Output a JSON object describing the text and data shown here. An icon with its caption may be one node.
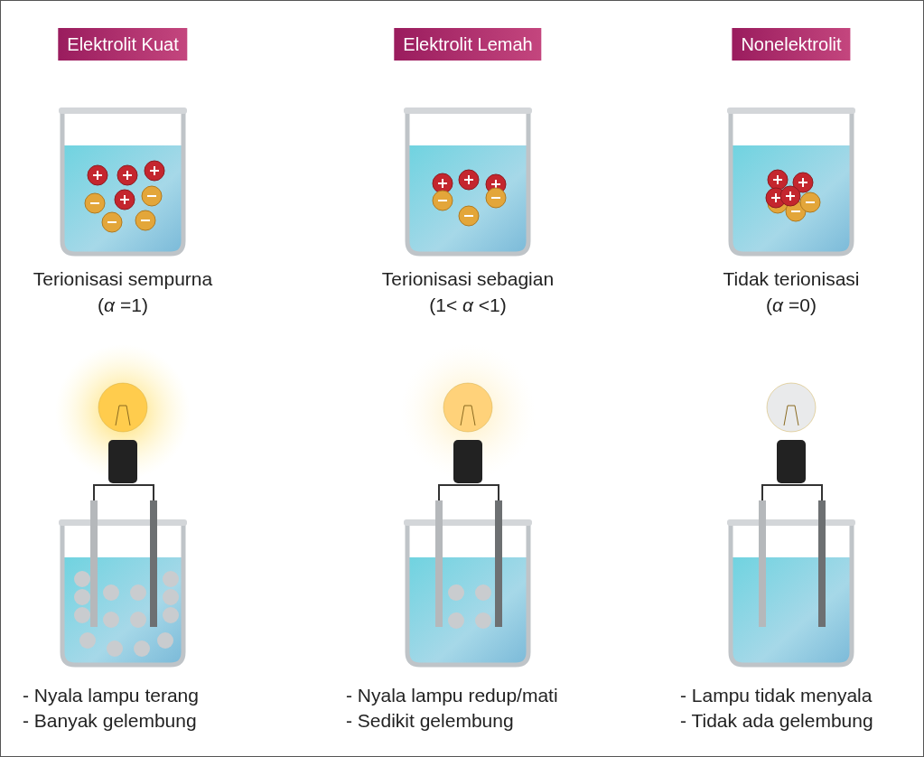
{
  "diagram": {
    "nodes": [
      {
        "text": [
          "Elektrolit Kuat"
        ]
      },
      {
        "text": [
          "Elektrolit Lemah"
        ]
      },
      {
        "text": [
          "Nonelektrolit"
        ]
      }
    ],
    "labels": [
      "Terionisasi sempurna",
      "Terionisasi sebagian",
      "Tidak terionisasi",
      "(*α* =1)",
      "(1< *α* <1)",
      "(*α* =0)",
      "- Nyala lampu terang",
      "- Nyala lampu redup/mati",
      "- Lampu tidak menyala",
      "- Banyak gelembung",
      "- Sedikit gelembung",
      "- Tidak ada gelembung"
    ]
  }
}
